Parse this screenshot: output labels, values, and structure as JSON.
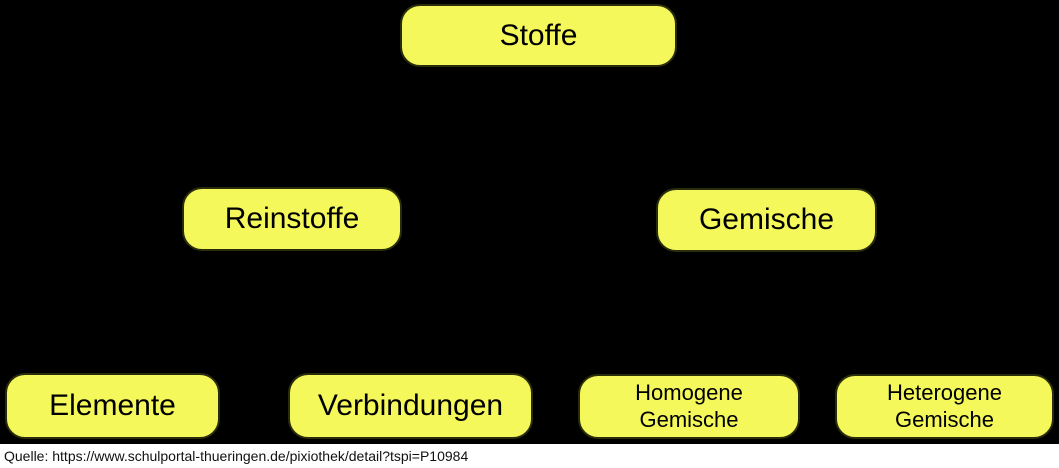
{
  "diagram": {
    "title": "Stoffe classification tree",
    "background_color": "#000000",
    "node_fill_color": "#F4F85A",
    "node_text_color": "#000000",
    "nodes": [
      {
        "id": "stoffe",
        "label": "Stoffe",
        "level": 1
      },
      {
        "id": "reinstoffe",
        "label": "Reinstoffe",
        "level": 2
      },
      {
        "id": "gemische",
        "label": "Gemische",
        "level": 2
      },
      {
        "id": "elemente",
        "label": "Elemente",
        "level": 3
      },
      {
        "id": "verbindungen",
        "label": "Verbindungen",
        "level": 3
      },
      {
        "id": "homogene",
        "label": "Homogene\nGemische",
        "level": 3
      },
      {
        "id": "heterogene",
        "label": "Heterogene\nGemische",
        "level": 3
      }
    ]
  },
  "footer": {
    "source_text": "Quelle: https://www.schulportal-thueringen.de/pixiothek/detail?tspi=P10984"
  }
}
